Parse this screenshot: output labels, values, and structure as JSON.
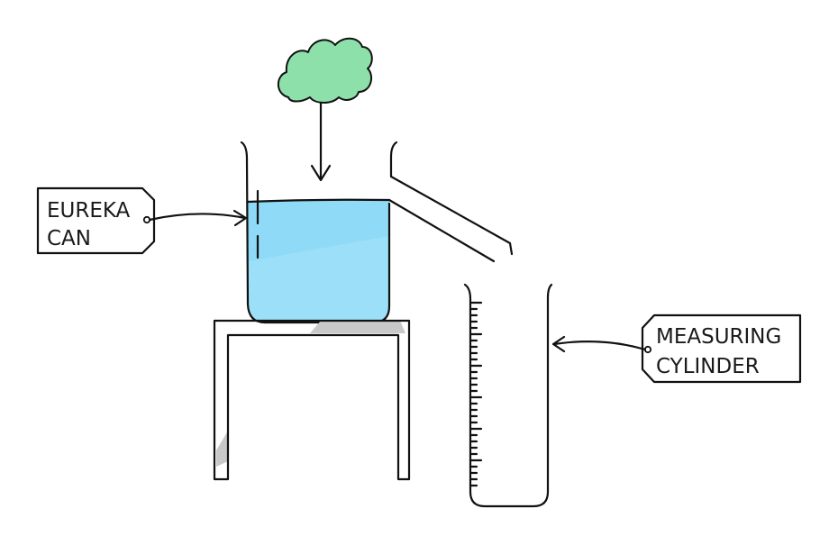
{
  "labels": {
    "eureka_line1": "EUREKA",
    "eureka_line2": "CAN",
    "cylinder_line1": "MEASURING",
    "cylinder_line2": "CYLINDER"
  },
  "colors": {
    "water": "#8fdaf6",
    "water_shade": "#a7e3f9",
    "object": "#8de0a9",
    "stand_shadow": "#c8c8c8",
    "ink": "#111111"
  },
  "icons": {
    "object": "cloud-shaped-object-icon",
    "arrow": "down-arrow-icon"
  }
}
